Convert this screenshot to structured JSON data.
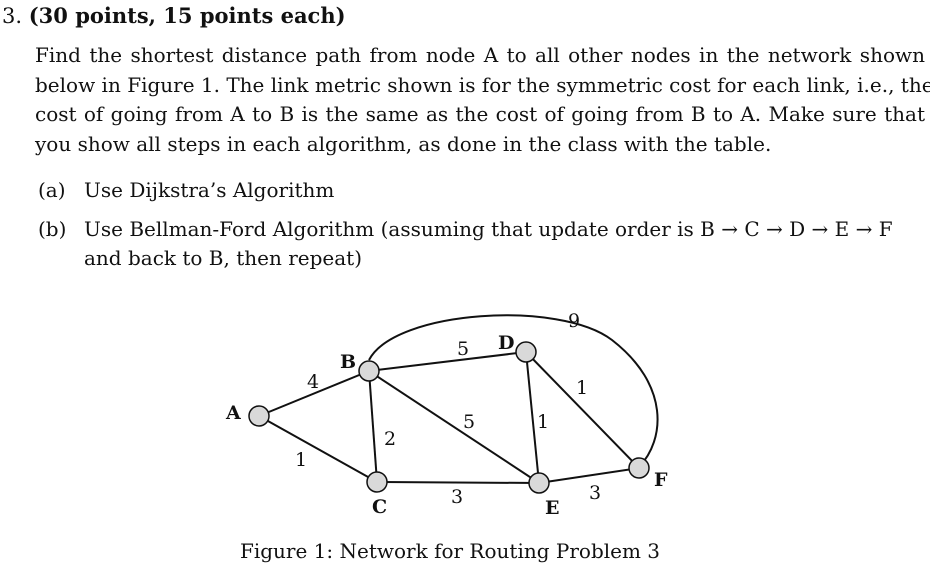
{
  "problem": {
    "number": "3.",
    "points": "(30 points, 15 points each)",
    "statement_lines": [
      "Find the shortest distance path from node A to all other nodes in the network shown",
      "below in Figure 1. The link metric shown is for the symmetric cost for each link, i.e., the",
      "cost of going from A to B is the same as the cost of going from B to A. Make sure that",
      "you show all steps in each algorithm, as done in the class with the table."
    ],
    "parts": [
      {
        "label": "(a)",
        "lines": [
          "Use Dijkstra’s Algorithm"
        ]
      },
      {
        "label": "(b)",
        "lines": [
          "Use Bellman-Ford Algorithm (assuming that update order is B → C → D → E → F",
          "and back to B, then repeat)"
        ]
      }
    ]
  },
  "figure": {
    "caption": "Figure 1: Network for Routing Problem 3",
    "nodes": [
      {
        "id": "A",
        "label": "A"
      },
      {
        "id": "B",
        "label": "B"
      },
      {
        "id": "C",
        "label": "C"
      },
      {
        "id": "D",
        "label": "D"
      },
      {
        "id": "E",
        "label": "E"
      },
      {
        "id": "F",
        "label": "F"
      }
    ],
    "edges": [
      {
        "from": "A",
        "to": "B",
        "cost": "4"
      },
      {
        "from": "A",
        "to": "C",
        "cost": "1"
      },
      {
        "from": "B",
        "to": "C",
        "cost": "2"
      },
      {
        "from": "B",
        "to": "D",
        "cost": "5"
      },
      {
        "from": "B",
        "to": "E",
        "cost": "5"
      },
      {
        "from": "B",
        "to": "F",
        "cost": "9"
      },
      {
        "from": "C",
        "to": "E",
        "cost": "3"
      },
      {
        "from": "D",
        "to": "E",
        "cost": "1"
      },
      {
        "from": "D",
        "to": "F",
        "cost": "1"
      },
      {
        "from": "E",
        "to": "F",
        "cost": "3"
      }
    ],
    "colors": {
      "node_fill": "#d9d9d9",
      "stroke": "#111111"
    }
  }
}
